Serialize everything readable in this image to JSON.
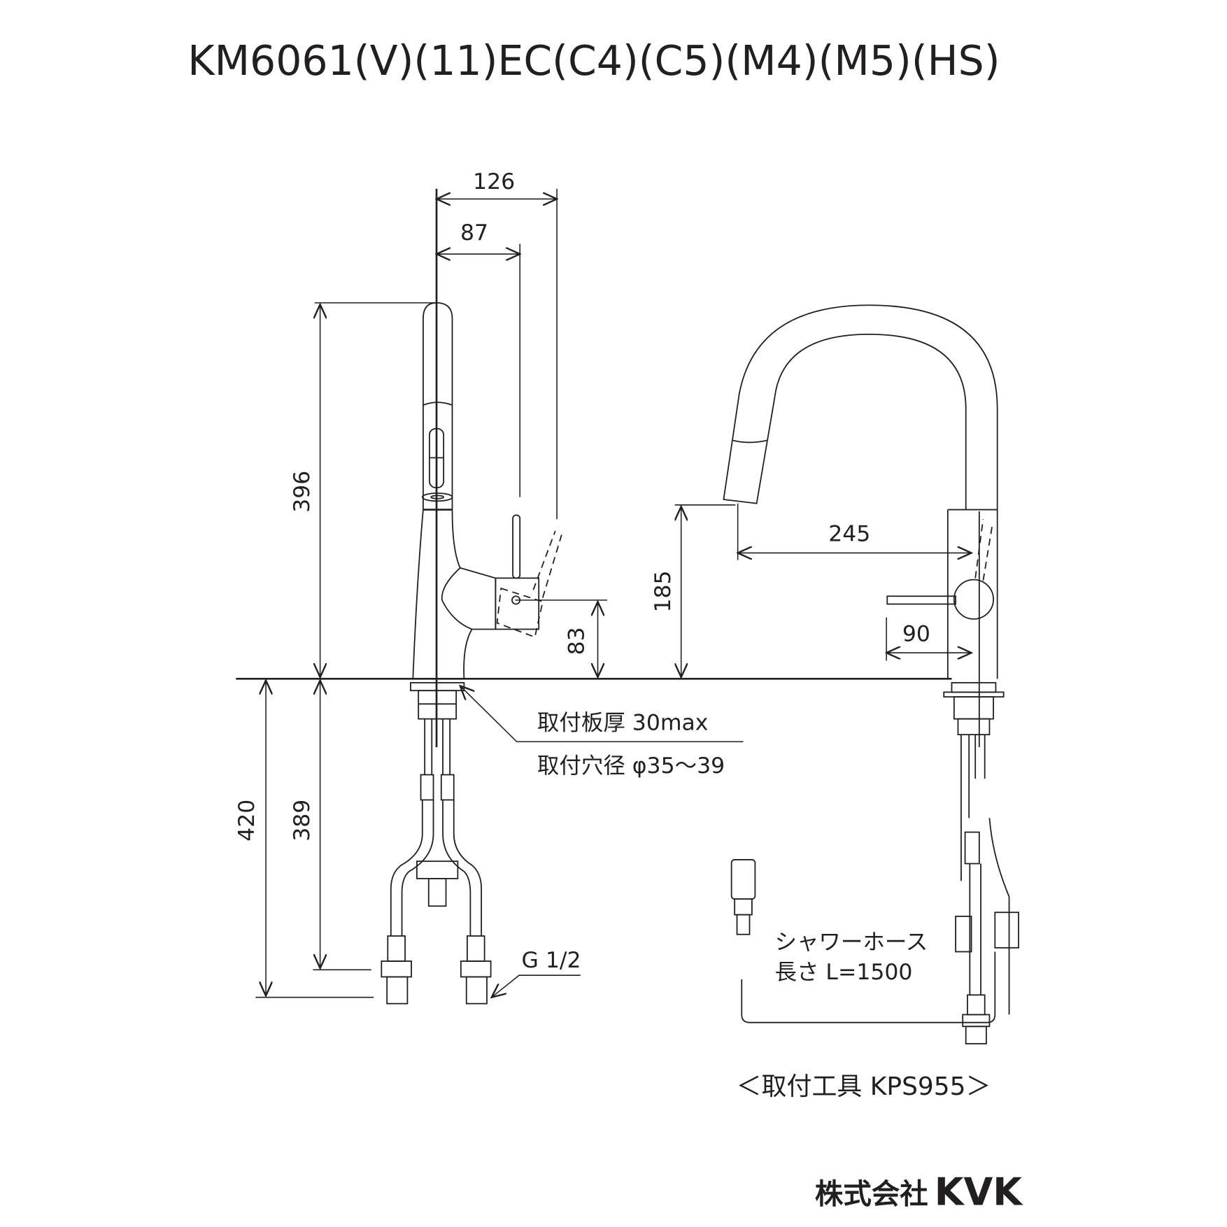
{
  "title": "KM6061(V)(11)EC(C4)(C5)(M4)(M5)(HS)",
  "dimensions": {
    "d126": "126",
    "d87": "87",
    "d396": "396",
    "d83": "83",
    "d185": "185",
    "d245": "245",
    "d90": "90",
    "d420": "420",
    "d389": "389"
  },
  "notes": {
    "plate_thickness": "取付板厚 30max",
    "hole_diameter": "取付穴径 φ35〜39",
    "thread": "G 1/2",
    "hose_line1": "シャワーホース",
    "hose_line2": "長さ L=1500",
    "tool": "＜取付工具 KPS955＞"
  },
  "logo": {
    "text_jp": "株式会社",
    "brand": "KVK"
  },
  "colors": {
    "ink": "#231f20",
    "background": "#ffffff"
  }
}
